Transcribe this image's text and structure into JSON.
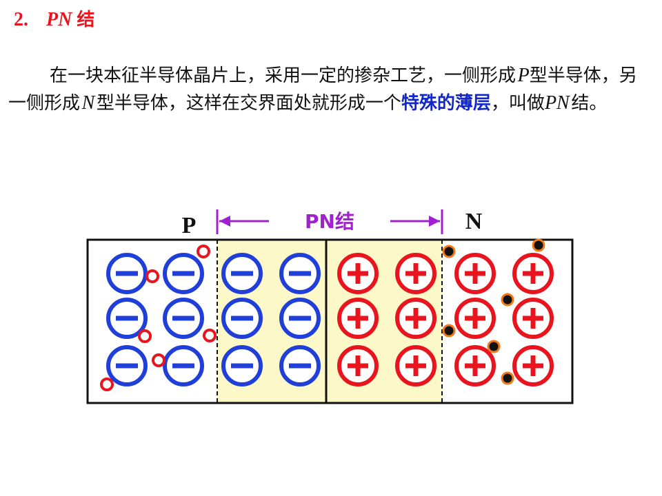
{
  "title": {
    "number": "2.",
    "pn": "PN",
    "tail": "结"
  },
  "paragraph": {
    "part1": "在一块本征半导体晶片上，采用一定的掺杂工艺，一侧形成",
    "p_letter": "P",
    "part2": "型半导体，另一侧形成",
    "n_letter": "N",
    "part3": "型半导体，这样在交界面处就形成一个",
    "highlight": "特殊的薄层",
    "part4": "，叫做",
    "pn_letters": "PN",
    "part5": "结。"
  },
  "diagram": {
    "label_p": "P",
    "label_n": "N",
    "label_junction": "PN结",
    "colors": {
      "negative_ion": "#1f3fd8",
      "positive_ion": "#e8141e",
      "junction_fill": "#fdf8c8",
      "arrow": "#a020d0",
      "hole": "#e8141e",
      "electron": "#111111",
      "electron_ring": "#f07a1a"
    },
    "ions": {
      "rows": 3,
      "negative_columns": 4,
      "positive_columns": 4
    }
  }
}
